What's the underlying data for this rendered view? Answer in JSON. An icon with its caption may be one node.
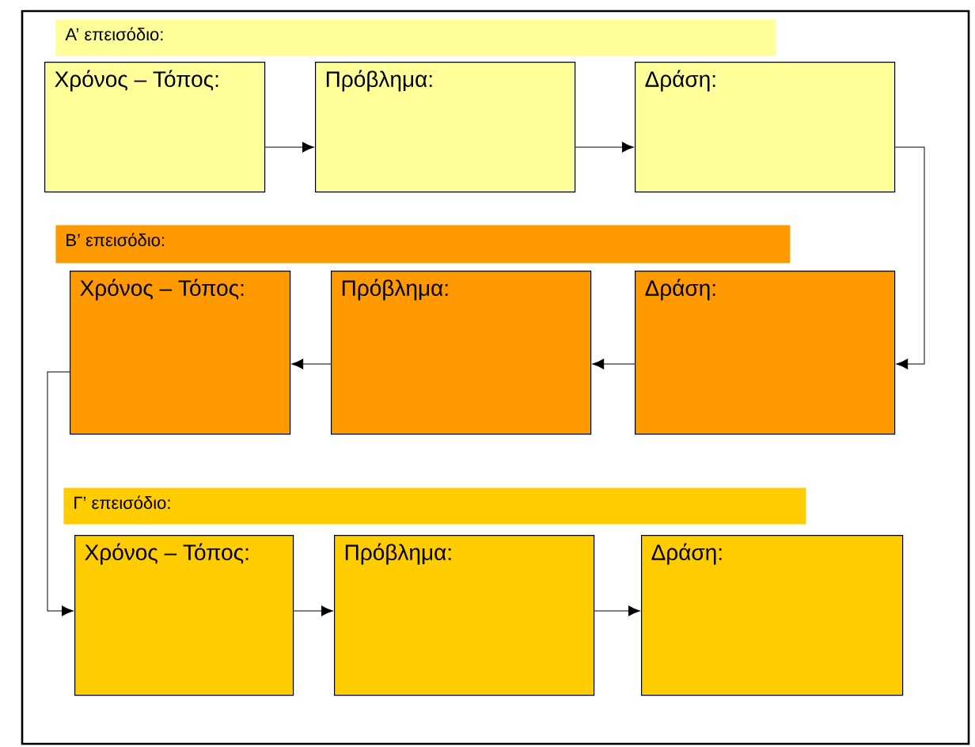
{
  "diagram": {
    "nodes": [
      {
        "text": [
          "Α’ επεισόδιο:"
        ]
      },
      {
        "text": [
          "Χρόνος – Τόπος:"
        ]
      },
      {
        "text": [
          "Πρόβλημα:"
        ]
      },
      {
        "text": [
          "Δράση:"
        ]
      },
      {
        "text": [
          "Β’ επεισόδιο:"
        ]
      },
      {
        "text": [
          "Χρόνος – Τόπος:"
        ]
      },
      {
        "text": [
          "Πρόβλημα:"
        ]
      },
      {
        "text": [
          "Δράση:"
        ]
      },
      {
        "text": [
          "Γ’ επεισόδιο:"
        ]
      },
      {
        "text": [
          "Χρόνος – Τόπος:"
        ]
      },
      {
        "text": [
          "Πρόβλημα:"
        ]
      },
      {
        "text": [
          "Δράση:"
        ]
      }
    ],
    "edges": [
      {
        "from": 1,
        "to": 2,
        "arrow": "to"
      },
      {
        "from": 2,
        "to": 3,
        "arrow": "to"
      },
      {
        "from": 3,
        "to": 7,
        "arrow": "to"
      },
      {
        "from": 7,
        "to": 6,
        "arrow": "to"
      },
      {
        "from": 6,
        "to": 5,
        "arrow": "to"
      },
      {
        "from": 5,
        "to": 9,
        "arrow": "to"
      },
      {
        "from": 9,
        "to": 10,
        "arrow": "to"
      },
      {
        "from": 10,
        "to": 11,
        "arrow": "to"
      }
    ]
  }
}
